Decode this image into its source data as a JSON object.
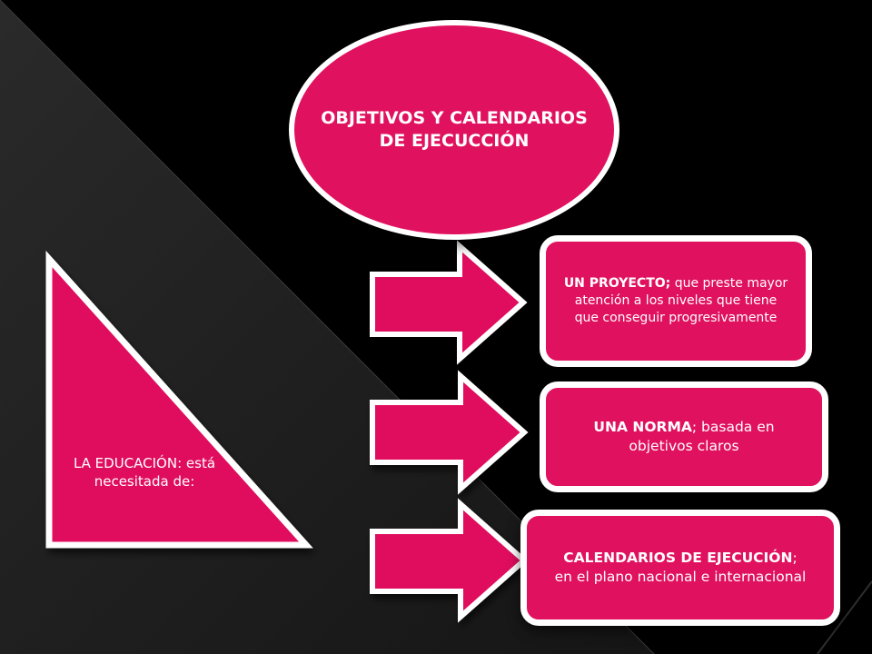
{
  "colors": {
    "accent": "#e0115f",
    "outline": "#ffffff",
    "background": "#000000"
  },
  "title_node": {
    "line1": "OBJETIVOS Y CALENDARIOS",
    "line2": "DE EJECUCCIÓN"
  },
  "source_node": {
    "line1": "LA EDUCACIÓN: está",
    "line2": "necesitada de:"
  },
  "boxes": [
    {
      "lead": "UN PROYECTO",
      "sep": ";",
      "line1_rest": " que preste mayor",
      "line2": "atención a los niveles que tiene",
      "line3": "que conseguir progresivamente"
    },
    {
      "lead": "UNA NORMA",
      "sep": ";",
      "line1_rest": " basada en",
      "line2": "objetivos claros"
    },
    {
      "lead": "CALENDARIOS DE EJECUCIÓN",
      "sep": ";",
      "line2": "en el plano nacional e internacional"
    }
  ]
}
